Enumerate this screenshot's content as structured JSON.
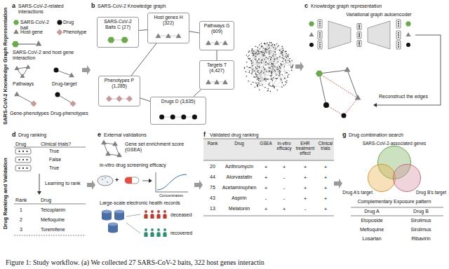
{
  "diagram": {
    "caption": "Figure 1: Study workflow. (a) We collected 27 SARS-CoV-2 baits, 322 host genes interactin",
    "nodes": [
      {
        "text": [
          "SARS-CoV-2 Baits C (27)"
        ]
      },
      {
        "text": [
          "Host genes H (322)"
        ]
      },
      {
        "text": [
          "Pathways G (609)"
        ]
      },
      {
        "text": [
          "Targets T (4,427)"
        ]
      },
      {
        "text": [
          "Phenotypes P (1,285)"
        ]
      },
      {
        "text": [
          "Drugs D (3,635)"
        ]
      },
      {
        "text": [
          "SARS-CoV-2-associated genes"
        ]
      },
      {
        "text": [
          "Drug A's target"
        ]
      },
      {
        "text": [
          "Drug B's target"
        ]
      }
    ],
    "edges": [
      {
        "from": 0,
        "to": 1,
        "arrow": "none"
      },
      {
        "from": 1,
        "to": 2,
        "arrow": "none"
      },
      {
        "from": 2,
        "to": 3,
        "arrow": "none"
      },
      {
        "from": 1,
        "to": 4,
        "arrow": "none"
      },
      {
        "from": 3,
        "to": 5,
        "arrow": "none"
      },
      {
        "from": 4,
        "to": 5,
        "arrow": "none"
      }
    ],
    "labels": [
      "SARS-CoV-2 Knowledge Graph Representation",
      "Drug Ranking and Validation",
      "a",
      "SARS-CoV-2-related interactions",
      "SARS-CoV-2 bait",
      "Drug",
      "Host gene",
      "Phenotype",
      "SARS-CoV-2 and host gene interaction",
      "Pathways",
      "Drug-target",
      "Gene-phenotypes",
      "Drug-phenotypes",
      "b",
      "SARS-CoV-2 Knowledge graph",
      "c",
      "Knowledge graph representation",
      "Variational graph autoencoder",
      "Reconstruct the edges",
      "d",
      "Drug ranking",
      "Drug",
      "Clinical trials?",
      "True",
      "False",
      "True",
      "Learning to rank",
      "Rank",
      "Drug",
      "1",
      "Teicoplanin",
      "2",
      "Mefloquine",
      "3",
      "Toremifene",
      "e",
      "External validations",
      "Gene set enrichment score (GSEA)",
      "in-vitro drug screening efficacy",
      "+",
      "Concentration",
      "Large-scale electronic health records",
      "deceased",
      "recovered",
      "f",
      "Validated drug ranking",
      "Rank",
      "Drug",
      "GSEA",
      "in-vitro efficacy",
      "EHR treatment effect",
      "Clinical trials",
      "20",
      "Azithromycin",
      "+",
      "+",
      "+",
      "+",
      "44",
      "Atorvastatin",
      "+",
      "-",
      "+",
      "+",
      "75",
      "Acetaminophen",
      "+",
      "-",
      "+",
      "+",
      "43",
      "Aspirin",
      "-",
      "-",
      "+",
      "+",
      "13",
      "Melatonin",
      "+",
      "+",
      "-",
      "+",
      "g",
      "Drug combination search",
      "Complementary Exposure pattern",
      "Drug A",
      "Drug B",
      "Etoposide",
      "Sirolimus",
      "Mefloquine",
      "Sirolimus",
      "Losartan",
      "Ribavirin"
    ]
  }
}
